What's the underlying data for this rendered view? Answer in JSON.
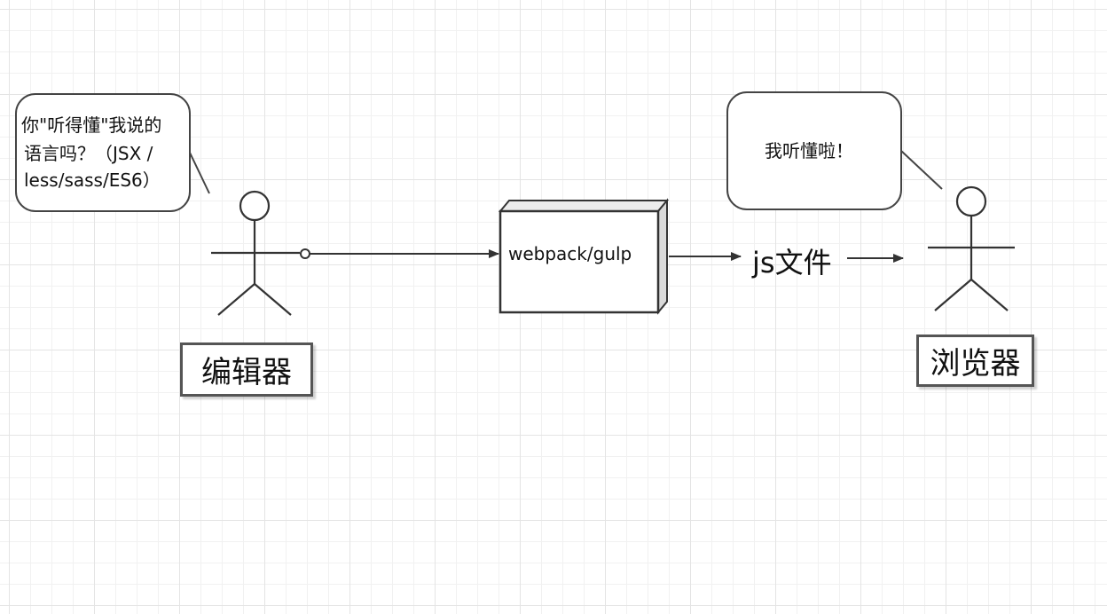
{
  "left_bubble": {
    "line1": "你\"听得懂\"我说的",
    "line2": "语言吗？（JSX /",
    "line3": "less/sass/ES6）"
  },
  "right_bubble": {
    "text": "我听懂啦！"
  },
  "tool_box": {
    "label": "webpack/gulp"
  },
  "output_label": "js文件",
  "actor_editor": {
    "name": "编辑器"
  },
  "actor_browser": {
    "name": "浏览器"
  },
  "colors": {
    "line": "#333333",
    "box_side": "#d9d9d9",
    "grid_major": "#e4e4e4",
    "grid_minor": "#f1f1f1"
  }
}
